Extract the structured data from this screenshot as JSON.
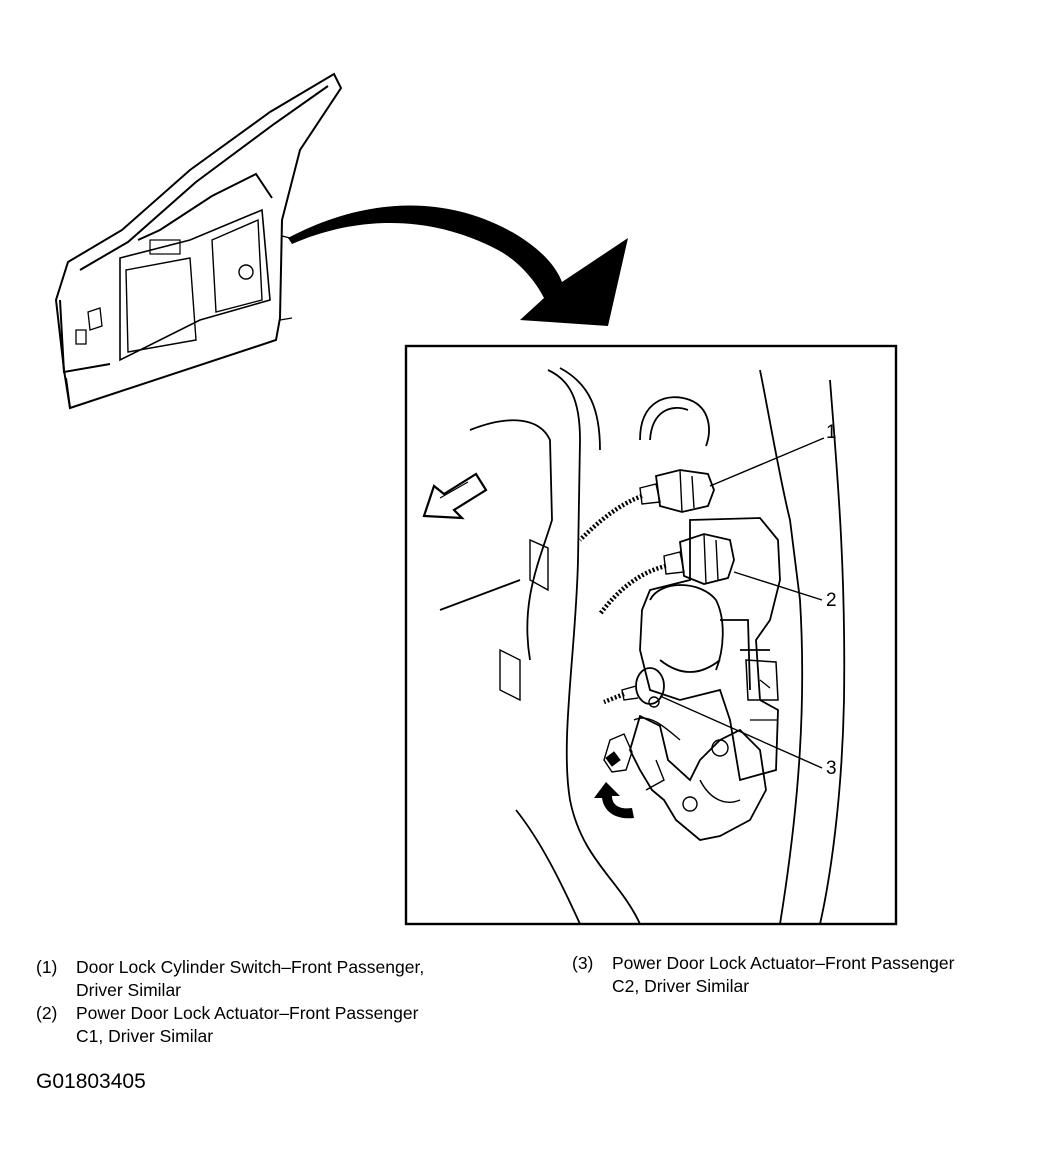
{
  "callouts": [
    {
      "number": "1"
    },
    {
      "number": "2"
    },
    {
      "number": "3"
    }
  ],
  "legend": [
    {
      "num": "(1)",
      "line1": "Door Lock Cylinder Switch–Front Passenger,",
      "line2": "Driver Similar"
    },
    {
      "num": "(2)",
      "line1": "Power Door Lock Actuator–Front Passenger",
      "line2": "C1, Driver Similar"
    },
    {
      "num": "(3)",
      "line1": "Power Door Lock Actuator–Front Passenger",
      "line2": "C2, Driver Similar"
    }
  ],
  "figure_id": "G01803405",
  "icons": [
    "door-outline-icon",
    "curved-arrow-icon",
    "direction-arrow-icon",
    "rotation-arrow-icon"
  ]
}
